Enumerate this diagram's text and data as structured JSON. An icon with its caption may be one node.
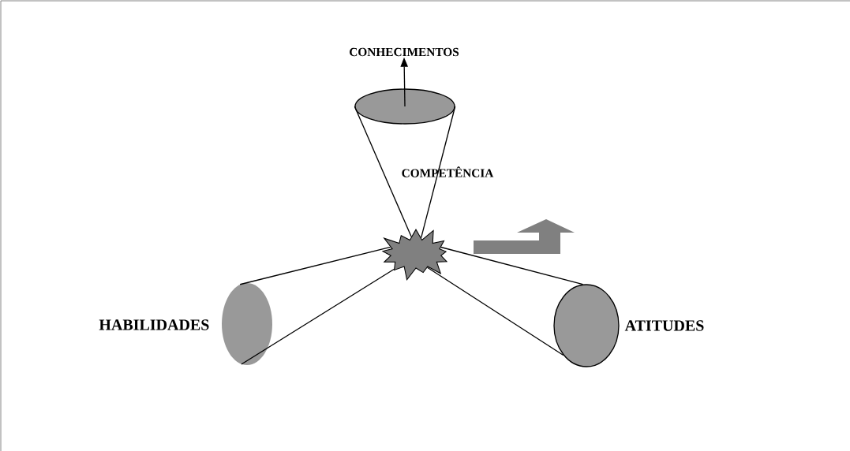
{
  "diagram": {
    "nodes": [
      {
        "text": [
          "CONHECIMENTOS"
        ]
      },
      {
        "text": [],
        "shape": "ellipse"
      },
      {
        "text": [],
        "shape": "star"
      },
      {
        "text": [],
        "shape": "ellipse",
        "beside": [
          "HABILIDADES"
        ]
      },
      {
        "text": [],
        "shape": "ellipse",
        "beside": [
          "ATITUDES"
        ]
      }
    ],
    "edges": [
      {
        "from": 1,
        "to": 0,
        "arrow": "to"
      },
      {
        "from": 1,
        "to": 2,
        "arrow": "none"
      },
      {
        "from": 3,
        "to": 2,
        "arrow": "none"
      },
      {
        "from": 4,
        "to": 2,
        "arrow": "none"
      }
    ],
    "labels": [
      "COMPETÊNCIA"
    ]
  }
}
